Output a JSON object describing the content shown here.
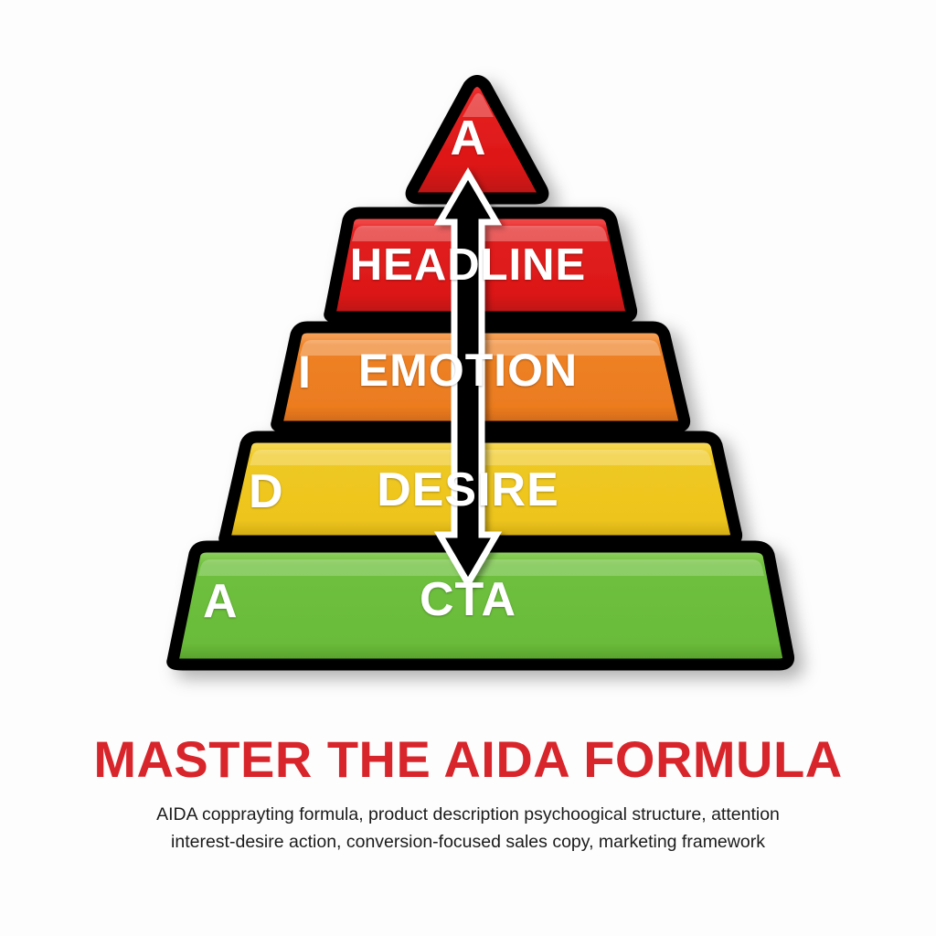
{
  "poster": {
    "background_color": "#fdfdfd",
    "headline": "MASTER THE AIDA FORMULA",
    "headline_color": "#d8252b",
    "subtitle_line_1": "AIDA copprayting formula, product description psychoogical structure, attention",
    "subtitle_line_2": "interest-desire action, conversion-focused sales copy, marketing framework",
    "subtitle_color": "#1b1b1b"
  },
  "diagram": {
    "type": "pyramid",
    "name": "aida-pyramid",
    "outline_color": "#000000",
    "tiers": [
      {
        "id": "apex",
        "shape": "triangle",
        "letter": "A",
        "label": "",
        "color": "#e01b1b",
        "color_light": "#f04343",
        "color_dark": "#b81010"
      },
      {
        "id": "headline",
        "shape": "trapezoid",
        "letter": "",
        "label": "HEADLINE",
        "color": "#e01b1b",
        "color_light": "#f04a4a",
        "color_dark": "#b81212"
      },
      {
        "id": "emotion",
        "shape": "trapezoid",
        "letter": "I",
        "label": "EMOTION",
        "color": "#ed8024",
        "color_light": "#f7a35c",
        "color_dark": "#c9651a"
      },
      {
        "id": "desire",
        "shape": "trapezoid",
        "letter": "D",
        "label": "DESIRE",
        "color": "#efc71e",
        "color_light": "#f7dd62",
        "color_dark": "#c9a412"
      },
      {
        "id": "cta",
        "shape": "trapezoid",
        "letter": "A",
        "label": "CTA",
        "color": "#6dbe3c",
        "color_light": "#95d46c",
        "color_dark": "#549b2a"
      }
    ],
    "arrow": {
      "name": "double-headed-vertical-arrow",
      "direction": "both",
      "fill_color": "#000000",
      "outline_color": "#ffffff"
    }
  }
}
